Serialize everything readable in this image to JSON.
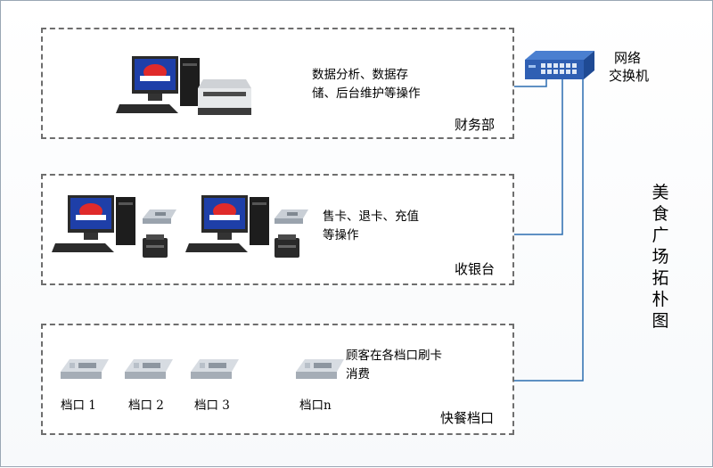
{
  "switch": {
    "label_line1": "网络",
    "label_line2": "交换机"
  },
  "finance": {
    "label": "财务部",
    "desc_line1": "数据分析、数据存",
    "desc_line2": "储、后台维护等操作"
  },
  "cashier": {
    "label": "收银台",
    "desc_line1": "售卡、退卡、充值",
    "desc_line2": "等操作"
  },
  "fastfood": {
    "label": "快餐档口",
    "desc_line1": "顾客在各档口刷卡",
    "desc_line2": "消费",
    "terminals": [
      "档口 1",
      "档口 2",
      "档口 3",
      "档口n"
    ]
  },
  "side_title": [
    "美",
    "食",
    "广",
    "场",
    "拓",
    "朴",
    "图"
  ],
  "colors": {
    "link": "#2b6cb0",
    "switch": "#2f5fb3",
    "zone_border": "#6e6e6e"
  }
}
